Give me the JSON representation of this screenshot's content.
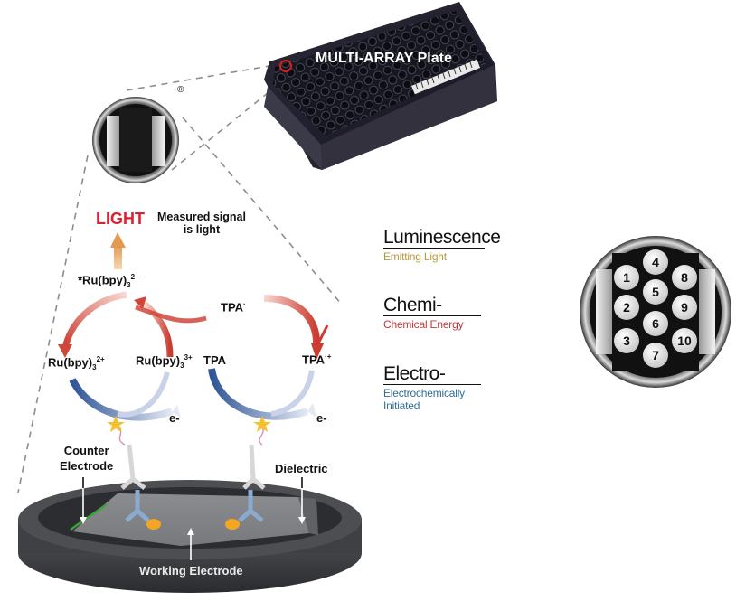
{
  "plate": {
    "title": "MULTI-ARRAY Plate",
    "registered_mark": "®"
  },
  "reaction": {
    "light_label": "LIGHT",
    "measured_signal_line1": "Measured signal",
    "measured_signal_line2": "is light",
    "excited_ru": {
      "base": "*Ru(bpy)",
      "sub": "3",
      "sup": "2+"
    },
    "ru2": {
      "base": "Ru(bpy)",
      "sub": "3",
      "sup": "2+"
    },
    "ru3": {
      "base": "Ru(bpy)",
      "sub": "3",
      "sup": "3+"
    },
    "tpa_radical": {
      "base": "TPA",
      "sup": "·"
    },
    "tpa": "TPA",
    "tpa_cation": {
      "base": "TPA",
      "sup": "·+"
    },
    "electron_left": "e-",
    "electron_right": "e-"
  },
  "electrode": {
    "counter_line1": "Counter",
    "counter_line2": "Electrode",
    "dielectric": "Dielectric",
    "working": "Working Electrode"
  },
  "terms": [
    {
      "word": "Luminescence",
      "meaning": "Emitting Light",
      "color": "#b8973e"
    },
    {
      "word": "Chemi-",
      "meaning": "Chemical Energy",
      "color": "#c0393b"
    },
    {
      "word": "Electro-",
      "meaning": "Electrochemically Initiated",
      "color": "#2f6f96"
    }
  ],
  "spot_well": {
    "spots": [
      "1",
      "2",
      "3",
      "4",
      "5",
      "6",
      "7",
      "8",
      "9",
      "10"
    ]
  },
  "colors": {
    "light_red": "#e0202e",
    "arrow_red": "#d0473a",
    "arrow_blue": "#3b5fa3",
    "counter_green": "#3aa33a",
    "well_dark": "#1a1a1a"
  }
}
